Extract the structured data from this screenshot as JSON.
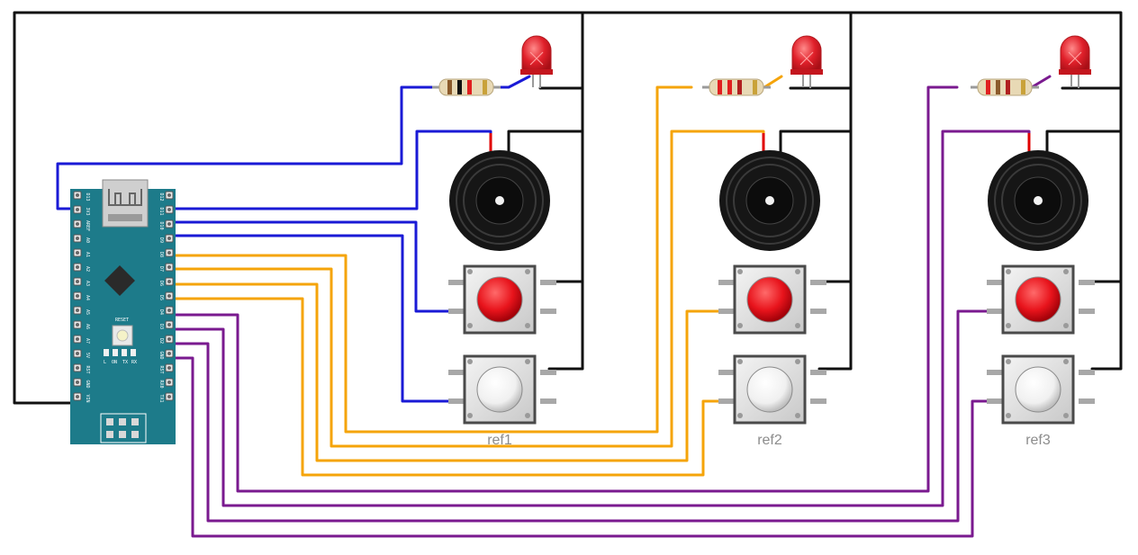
{
  "board": {
    "name": "Arduino Nano",
    "left_pins": [
      "D13",
      "3V3",
      "AREF",
      "A0",
      "A1",
      "A2",
      "A3",
      "A4",
      "A5",
      "A6",
      "A7",
      "5V",
      "RST",
      "GND",
      "VIN"
    ],
    "right_pins": [
      "D12",
      "D11",
      "D10",
      "D9",
      "D8",
      "D7",
      "D6",
      "D5",
      "D4",
      "D3",
      "D2",
      "GND",
      "RST",
      "RX0",
      "TX1"
    ],
    "reset_label": "RESET",
    "led_labels": [
      "L",
      "ON",
      "TX",
      "RX"
    ]
  },
  "groups": [
    {
      "label": "ref1",
      "color": "#1a1ad6"
    },
    {
      "label": "ref2",
      "color": "#f5a40a"
    },
    {
      "label": "ref3",
      "color": "#7a1a8f"
    }
  ],
  "colors": {
    "ground_wire": "#111111",
    "board": "#1d7b8a",
    "led": "#e0202a",
    "button_red": "#e8141c",
    "button_white": "#f4f4f4",
    "buzzer": "#161616"
  }
}
